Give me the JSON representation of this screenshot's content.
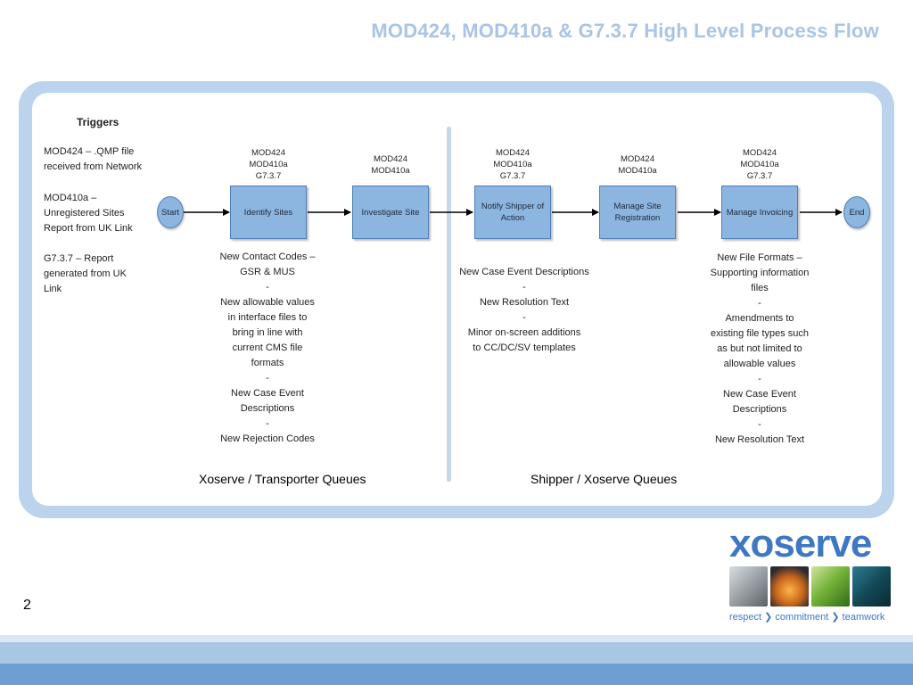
{
  "slide": {
    "title": "MOD424, MOD410a & G7.3.7 High Level Process Flow",
    "page_number": "2"
  },
  "triggers": {
    "title": "Triggers",
    "items": [
      {
        "lines": [
          "MOD424 – .QMP file",
          "received from Network"
        ]
      },
      {
        "lines": [
          "MOD410a –",
          "Unregistered Sites",
          "Report from UK Link"
        ]
      },
      {
        "lines": [
          "G7.3.7 – Report",
          "generated from UK",
          "Link"
        ]
      }
    ]
  },
  "flow": {
    "start": "Start",
    "end": "End",
    "steps": [
      {
        "label": "Identify Sites",
        "codes": [
          "MOD424",
          "MOD410a",
          "G7.3.7"
        ],
        "notes": [
          "New Contact Codes –",
          "GSR & MUS",
          "-",
          "New allowable  values",
          "in interface files to",
          "bring in line with",
          "current CMS file",
          "formats",
          "-",
          "New Case Event",
          "Descriptions",
          "-",
          "New Rejection Codes"
        ]
      },
      {
        "label": "Investigate Site",
        "codes": [
          "MOD424",
          "MOD410a"
        ],
        "notes": []
      },
      {
        "label": "Notify Shipper of Action",
        "codes": [
          "MOD424",
          "MOD410a",
          "G7.3.7"
        ],
        "notes": [
          "New Case Event Descriptions",
          "-",
          "New Resolution Text",
          "-",
          "Minor on-screen additions",
          "to CC/DC/SV templates"
        ]
      },
      {
        "label": "Manage Site Registration",
        "codes": [
          "MOD424",
          "MOD410a"
        ],
        "notes": []
      },
      {
        "label": "Manage Invoicing",
        "codes": [
          "MOD424",
          "MOD410a",
          "G7.3.7"
        ],
        "notes": [
          "New File Formats –",
          "Supporting information",
          "files",
          "-",
          "Amendments to",
          "existing file types such",
          "as but not limited to",
          "allowable values",
          "-",
          "New Case Event",
          "Descriptions",
          "-",
          "New Resolution Text"
        ]
      }
    ]
  },
  "queues": {
    "left": "Xoserve / Transporter Queues",
    "right": "Shipper / Xoserve Queues"
  },
  "branding": {
    "logo": "xoserve",
    "tagline_1": "respect",
    "tagline_2": "commitment",
    "tagline_3": "teamwork",
    "separator": "❯",
    "accent_color": "#3f78c2",
    "tile_names": [
      "gas-meter-image",
      "gas-flame-image",
      "green-leaves-image",
      "circuit-board-image"
    ]
  }
}
